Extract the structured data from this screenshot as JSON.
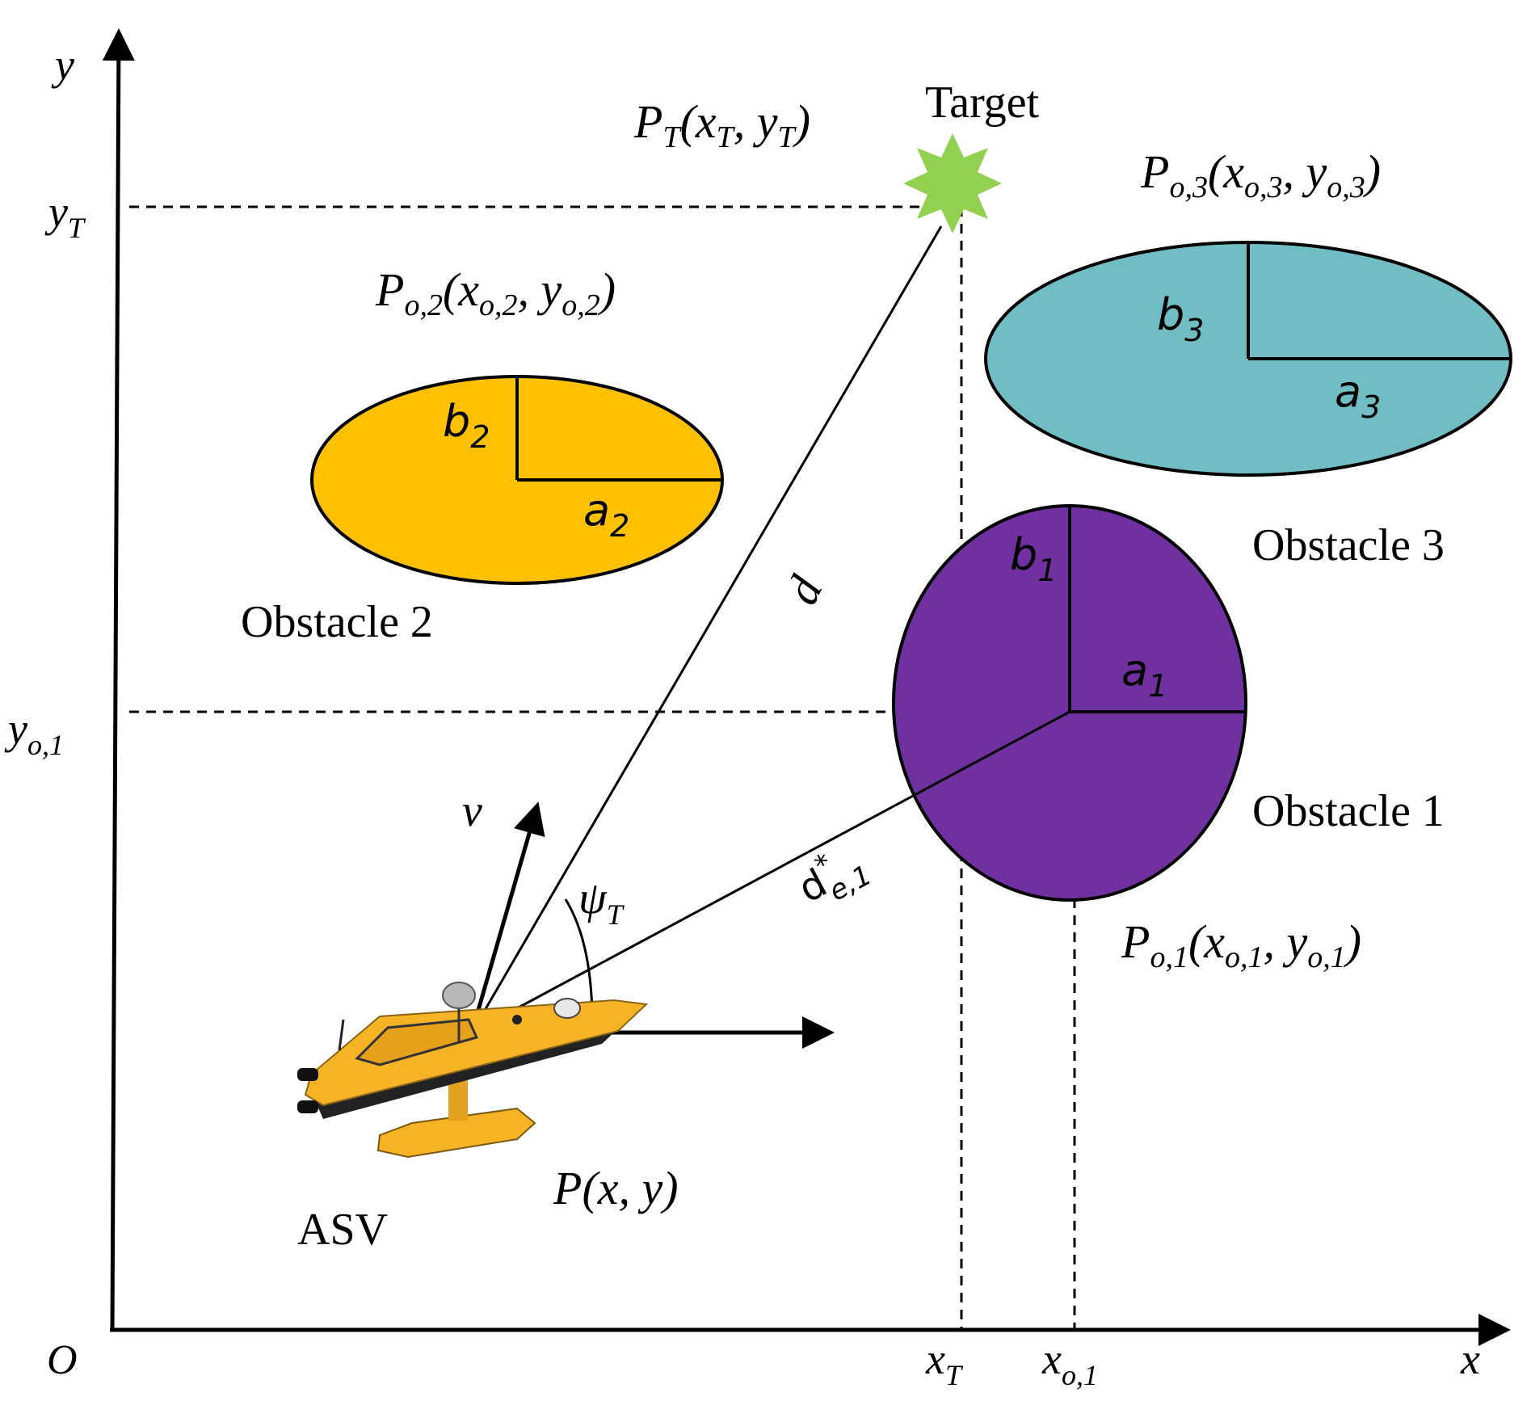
{
  "axes": {
    "origin": "O",
    "x_axis": "x",
    "y_axis": "y",
    "tick_x_target": {
      "base": "x",
      "sub": "T"
    },
    "tick_x_obstacle": {
      "base": "x",
      "sub": "o,1"
    },
    "tick_y_target": {
      "base": "y",
      "sub": "T"
    },
    "tick_y_obstacle": {
      "base": "y",
      "sub": "o,1"
    }
  },
  "target": {
    "label": "Target",
    "point": {
      "P": "P",
      "Psub": "T",
      "x": "x",
      "xsub": "T",
      "y": "y",
      "ysub": "T"
    },
    "color": "#92d050"
  },
  "obstacles": [
    {
      "name": "Obstacle 1",
      "color": "#7030a0",
      "a": {
        "base": "a",
        "sub": "1"
      },
      "b": {
        "base": "b",
        "sub": "1"
      },
      "point": {
        "P": "P",
        "Psub": "o,1",
        "x": "x",
        "xsub": "o,1",
        "y": "y",
        "ysub": "o,1"
      }
    },
    {
      "name": "Obstacle 2",
      "color": "#ffc000",
      "a": {
        "base": "a",
        "sub": "2"
      },
      "b": {
        "base": "b",
        "sub": "2"
      },
      "point": {
        "P": "P",
        "Psub": "o,2",
        "x": "x",
        "xsub": "o,2",
        "y": "y",
        "ysub": "o,2"
      }
    },
    {
      "name": "Obstacle 3",
      "color": "#70bdc4",
      "a": {
        "base": "a",
        "sub": "3"
      },
      "b": {
        "base": "b",
        "sub": "3"
      },
      "point": {
        "P": "P",
        "Psub": "o,3",
        "x": "x",
        "xsub": "o,3",
        "y": "y",
        "ysub": "o,3"
      }
    }
  ],
  "asv": {
    "label": "ASV",
    "color": "#f5b325",
    "velocity": "v",
    "heading": {
      "base": "ψ",
      "sub": "T"
    },
    "position": {
      "P": "P",
      "x": "x",
      "y": "y"
    }
  },
  "distances": {
    "to_target": "d",
    "to_obstacle": {
      "base": "d",
      "sup": "*",
      "sub": "e,1"
    }
  }
}
